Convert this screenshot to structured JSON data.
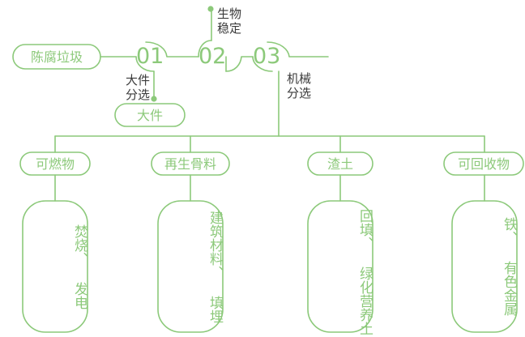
{
  "theme": {
    "line_color": "#8cc97a",
    "pill_stroke": "#8cc97a",
    "box_stroke": "#8cc97a",
    "green_text": "#8cc97a",
    "dark_text": "#3a3a3a",
    "background": "#ffffff"
  },
  "flow": {
    "source": {
      "label": "陈腐垃圾"
    },
    "steps": [
      {
        "number": "01",
        "caption": "大件\n分选",
        "caption_lines": [
          "大件",
          "分选"
        ]
      },
      {
        "number": "02",
        "caption": "生物\n稳定",
        "caption_lines": [
          "生物",
          "稳定"
        ]
      },
      {
        "number": "03",
        "caption": "机械\n分选",
        "caption_lines": [
          "机械",
          "分选"
        ]
      }
    ],
    "step1_output": {
      "label": "大件"
    },
    "step2_output_label": "生物稳定"
  },
  "outputs": [
    {
      "pill": "可燃物",
      "box_lines": [
        "焚烧、",
        "发电"
      ],
      "box_text": "焚烧、 发电"
    },
    {
      "pill": "再生骨料",
      "box_lines": [
        "建筑材料、",
        "填埋"
      ],
      "box_text": "建筑材料、 填埋"
    },
    {
      "pill": "渣土",
      "box_lines": [
        "回填、",
        "绿化营养土"
      ],
      "box_text": "回填、 绿化营养土"
    },
    {
      "pill": "可回收物",
      "box_lines": [
        "铁、",
        "有色金属"
      ],
      "box_text": "铁、 有色金属"
    }
  ]
}
